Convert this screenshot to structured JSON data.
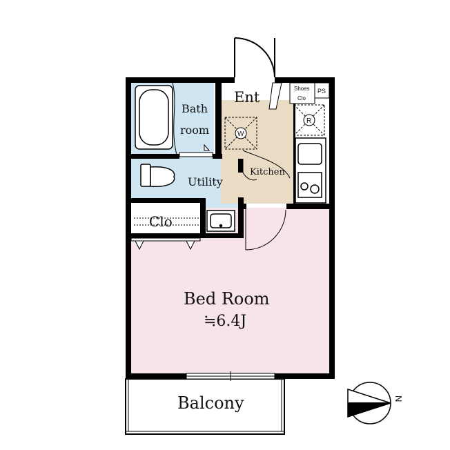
{
  "colors": {
    "wall": "#000000",
    "bath_utility": "#cfe6f2",
    "kitchen_entry": "#eadcc4",
    "bedroom": "#f7e3ec",
    "background": "#ffffff"
  },
  "rooms": {
    "entrance": "Ent",
    "shoes_line1": "Shoes",
    "shoes_line2": "Clo",
    "pipe_space": "PS",
    "bath_line1": "Bath",
    "bath_line2": "room",
    "washer_mark": "W",
    "fridge_mark": "R",
    "utility": "Utility",
    "kitchen": "Kitchen",
    "closet": "Clo",
    "bedroom_name": "Bed Room",
    "bedroom_size": "≒6.4J",
    "balcony": "Balcony"
  },
  "compass": {
    "direction_label": "N",
    "icon": "north-arrow-icon"
  }
}
